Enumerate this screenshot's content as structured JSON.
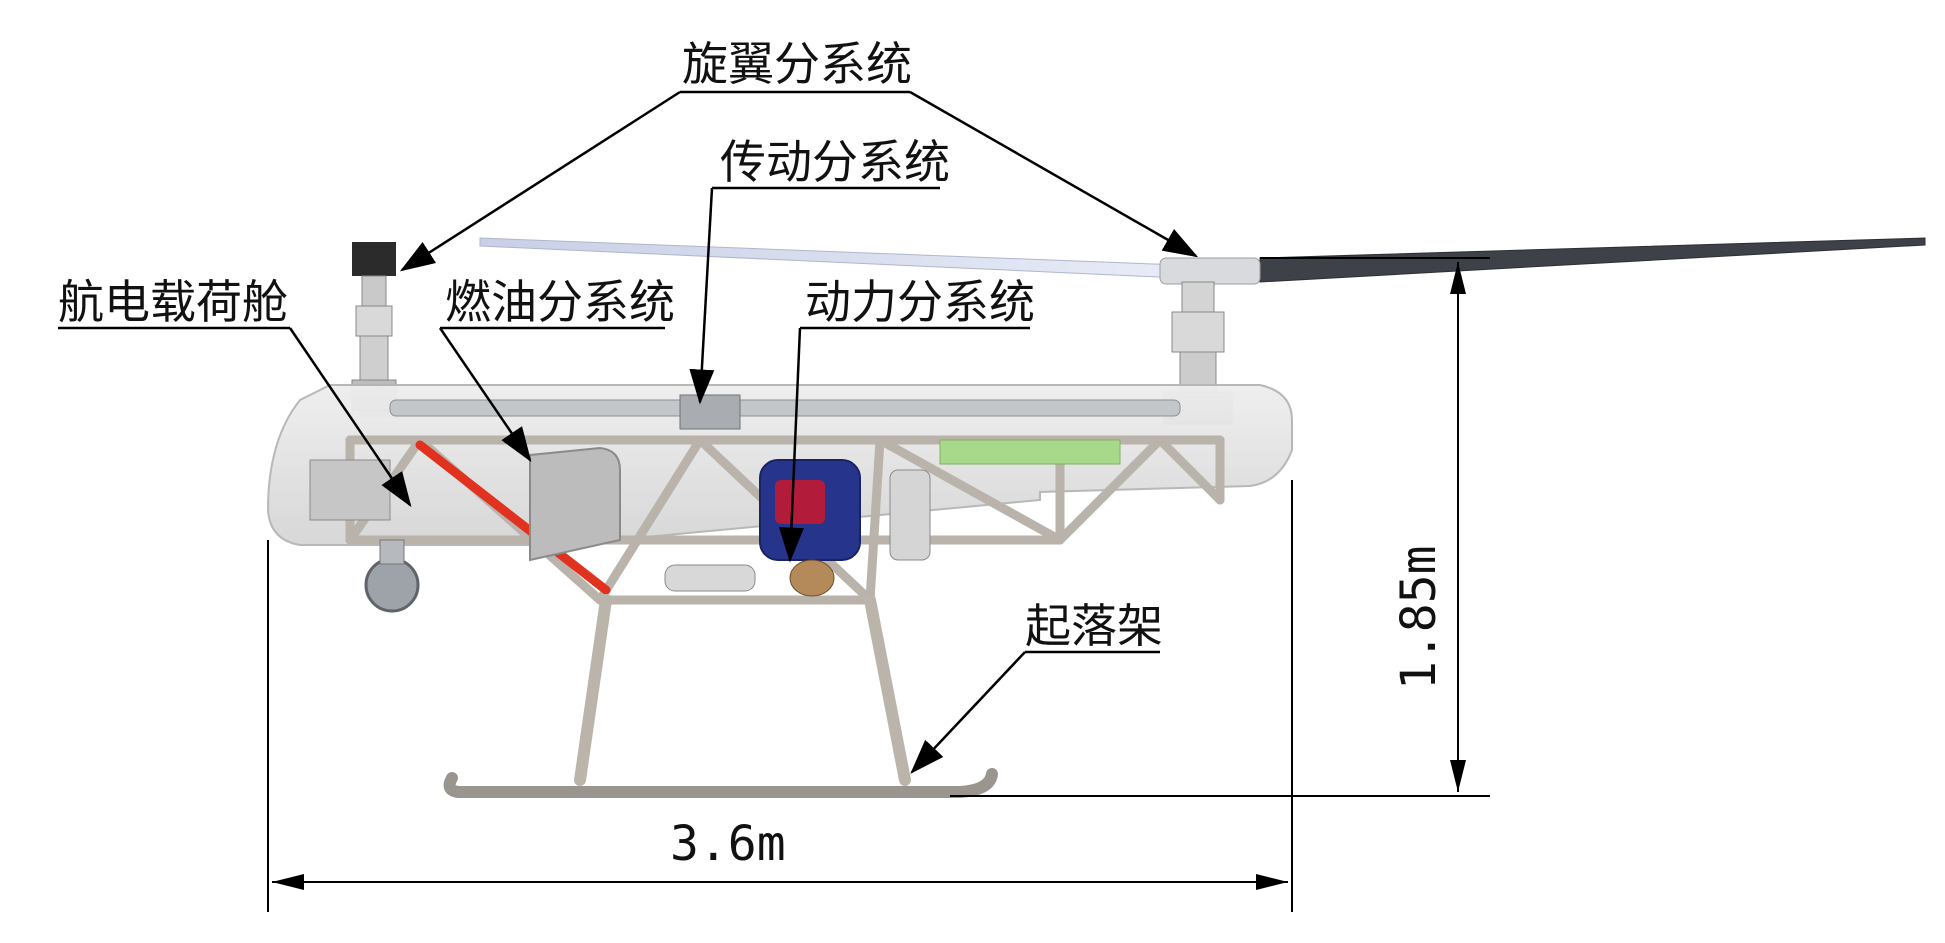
{
  "labels": {
    "rotor_subsystem": "旋翼分系统",
    "transmission_subsystem": "传动分系统",
    "avionics_payload_bay": "航电载荷舱",
    "fuel_subsystem": "燃油分系统",
    "power_subsystem": "动力分系统",
    "landing_gear": "起落架"
  },
  "dimensions": {
    "length": "3.6m",
    "height": "1.85m"
  }
}
